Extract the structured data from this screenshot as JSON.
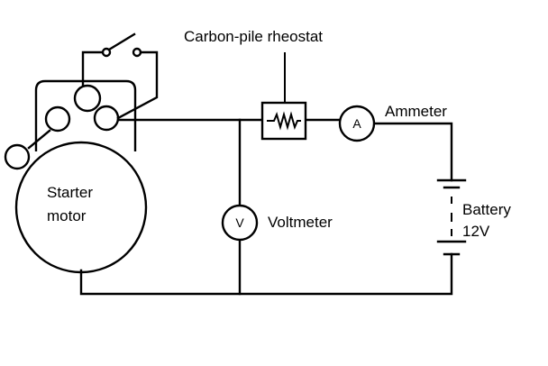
{
  "labels": {
    "rheostat": "Carbon-pile rheostat",
    "ammeter": "Ammeter",
    "voltmeter": "Voltmeter",
    "motor_line1": "Starter",
    "motor_line2": "motor",
    "battery_line1": "Battery",
    "battery_line2": "12V"
  },
  "symbols": {
    "ammeter": "A",
    "voltmeter": "V"
  }
}
